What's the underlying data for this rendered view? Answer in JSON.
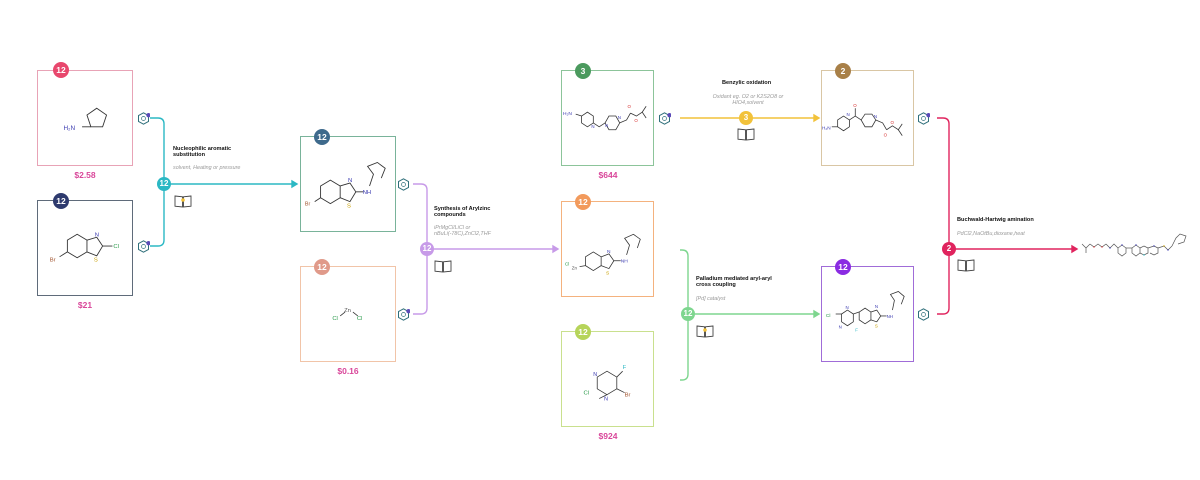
{
  "cards": [
    {
      "id": "amine",
      "badge": "12",
      "badge_color": "#e8476d",
      "border": "#e8a3b6",
      "price": "$2.58",
      "labels": [
        "H₂N"
      ]
    },
    {
      "id": "benzothiazole",
      "badge": "12",
      "badge_color": "#2e3a6e",
      "border": "#5f6b7a",
      "price": "$21",
      "labels": [
        "Br",
        "N",
        "S",
        "Cl"
      ]
    },
    {
      "id": "bromo_intermediate",
      "badge": "12",
      "badge_color": "#3e6a8c",
      "border": "#79b39a",
      "price": "",
      "labels": [
        "Br",
        "N",
        "S",
        "NH"
      ]
    },
    {
      "id": "zinc_chloride",
      "badge": "12",
      "badge_color": "#e09a8a",
      "border": "#f1c4a8",
      "price": "$0.16",
      "labels": [
        "Cl",
        "Zn",
        "Cl"
      ]
    },
    {
      "id": "aminopyridine",
      "badge": "3",
      "badge_color": "#4b9a5e",
      "border": "#8cc49a",
      "price": "$644",
      "labels": [
        "H₂N",
        "N",
        "N",
        "N",
        "O",
        "O"
      ]
    },
    {
      "id": "zinc_intermediate",
      "badge": "12",
      "badge_color": "#f29a5c",
      "border": "#f4b27e",
      "price": "",
      "labels": [
        "Cl",
        "Zn",
        "N",
        "S",
        "NH"
      ]
    },
    {
      "id": "pyrimidine",
      "badge": "12",
      "badge_color": "#b6d45a",
      "border": "#c9e08e",
      "price": "$924",
      "labels": [
        "F",
        "N",
        "N",
        "Cl",
        "Br"
      ]
    },
    {
      "id": "ketone",
      "badge": "2",
      "badge_color": "#a88048",
      "border": "#d9c6a4",
      "price": "",
      "labels": [
        "H₂N",
        "N",
        "O",
        "N",
        "O",
        "O"
      ]
    },
    {
      "id": "coupled",
      "badge": "12",
      "badge_color": "#8a2be2",
      "border": "#a06cd8",
      "price": "",
      "labels": [
        "Cl",
        "N",
        "N",
        "F",
        "N",
        "S",
        "NH"
      ]
    }
  ],
  "reactions": [
    {
      "id": "r1",
      "title": "Nucleophilic aromatic substitution",
      "title_lines": [
        "Nucleophilic aromatic",
        "substitution"
      ],
      "subtitle_lines": [
        "solvent, Heating or pressure"
      ],
      "badge": "12",
      "color": "#2bb8c4"
    },
    {
      "id": "r2",
      "title": "Synthesis of Arylzinc compounds",
      "title_lines": [
        "Synthesis of Arylzinc",
        "compounds"
      ],
      "subtitle_lines": [
        "iPrMgCl/LiCl or",
        "nBuLi(-78C),ZnCl2,THF"
      ],
      "badge": "12",
      "color": "#c79ae8"
    },
    {
      "id": "r3",
      "title": "Benzylic oxidation",
      "title_lines": [
        "Benzylic oxidation"
      ],
      "subtitle_lines": [
        "Oxidant eg. O2 or K2S2O8 or",
        "HIO4,solvent"
      ],
      "badge": "3",
      "color": "#f2c23a"
    },
    {
      "id": "r4",
      "title": "Palladium mediated aryl-aryl cross coupling",
      "title_lines": [
        "Palladium mediated aryl-aryl",
        "cross coupling"
      ],
      "subtitle_lines": [
        "[Pd] catalyst"
      ],
      "badge": "12",
      "color": "#7ed68f"
    },
    {
      "id": "r5",
      "title": "Buchwald-Hartwig amination",
      "title_lines": [
        "Buchwald-Hartwig amination"
      ],
      "subtitle_lines": [
        "PdCl2,NaOtBu,dioxane,heat"
      ],
      "badge": "2",
      "color": "#e0245e"
    }
  ],
  "colors": {
    "price": "#d9479a",
    "hex_icon": "#2f6f7a",
    "hex_icon_purple": "#5b4ab8"
  },
  "icons": {
    "route_icon": "hexagon-molecule-icon",
    "reference_icon": "book-icon"
  }
}
